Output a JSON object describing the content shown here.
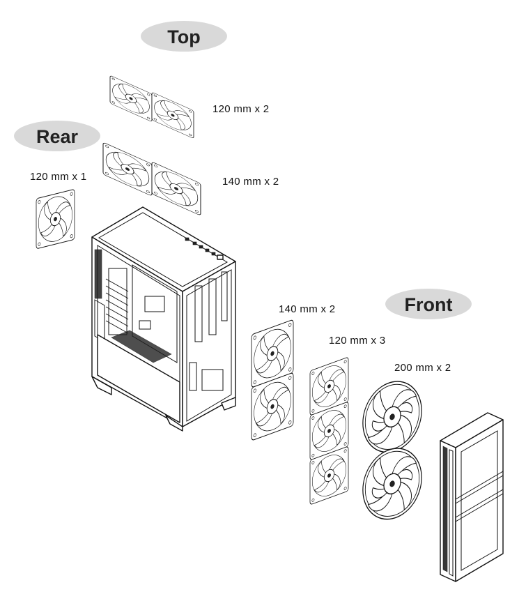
{
  "sections": {
    "top": {
      "label": "Top",
      "fans": [
        {
          "spec": "120 mm x 2"
        },
        {
          "spec": "140 mm x 2"
        }
      ]
    },
    "rear": {
      "label": "Rear",
      "fans": [
        {
          "spec": "120 mm x 1"
        }
      ]
    },
    "front": {
      "label": "Front",
      "fans": [
        {
          "spec": "140 mm x 2"
        },
        {
          "spec": "120 mm x 3"
        },
        {
          "spec": "200 mm x 2"
        }
      ]
    }
  },
  "colors": {
    "badge_fill": "#d9d9d9",
    "line": "#111111",
    "text": "#222222"
  }
}
